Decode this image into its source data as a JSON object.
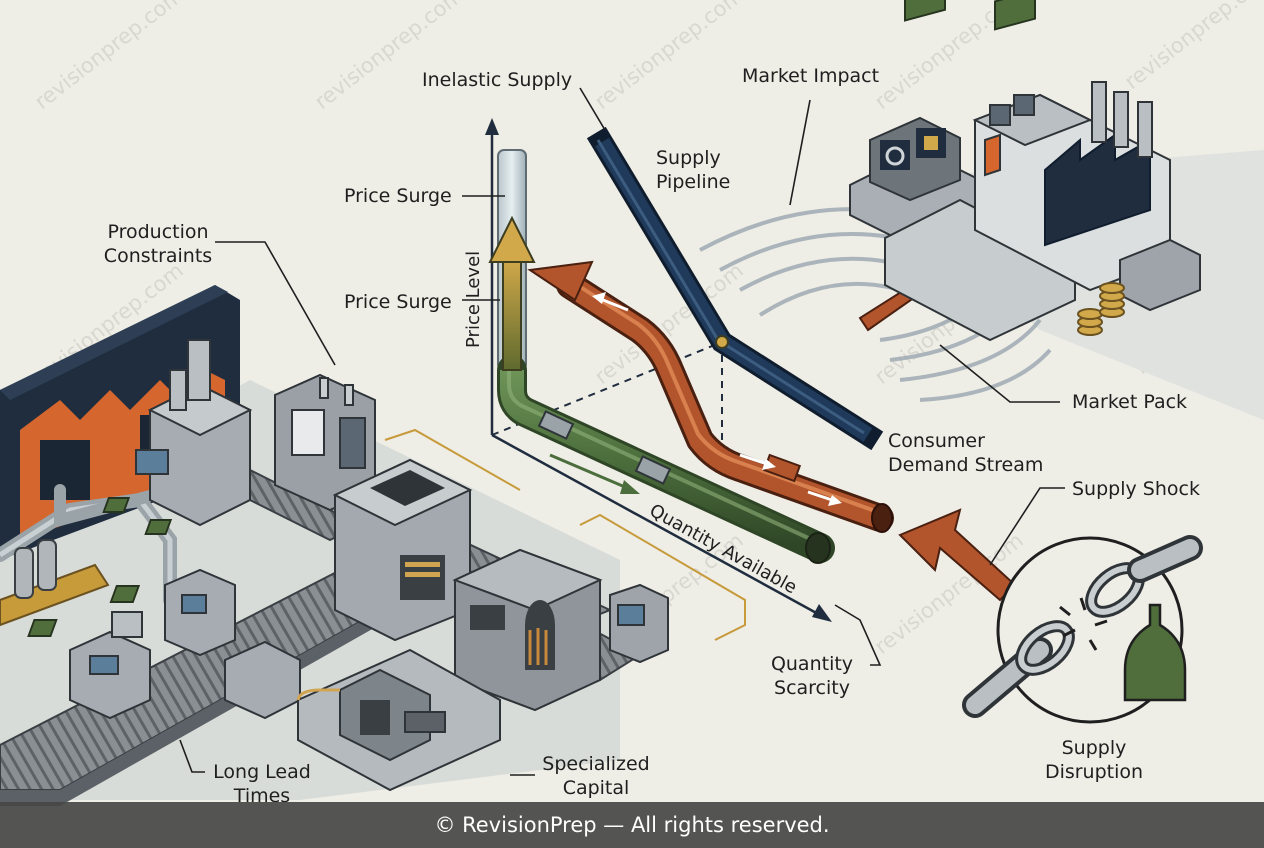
{
  "labels": {
    "inelastic_supply": "Inelastic Supply",
    "market_impact": "Market Impact",
    "supply_pipeline_1": "Supply",
    "supply_pipeline_2": "Pipeline",
    "price_surge_top": "Price Surge",
    "price_surge_mid": "Price Surge",
    "production_constraints_1": "Production",
    "production_constraints_2": "Constraints",
    "price_level": "Price Level",
    "quantity_available": "Quantity Available",
    "market_pack": "Market Pack",
    "consumer_demand_1": "Consumer",
    "consumer_demand_2": "Demand Stream",
    "supply_shock": "Supply Shock",
    "quantity_scarcity_1": "Quantity",
    "quantity_scarcity_2": "Scarcity",
    "long_lead_1": "Long Lead",
    "long_lead_2": "Times",
    "specialized_capital_1": "Specialized",
    "specialized_capital_2": "Capital",
    "supply_disruption_1": "Supply",
    "supply_disruption_2": "Disruption"
  },
  "watermark": "revisionprep.com",
  "footer": "© RevisionPrep — All rights reserved.",
  "colors": {
    "background": "#eeede6",
    "supply_pipe": "#1f3a5a",
    "demand_pipe": "#b2542c",
    "green_pipe": "#4c6e3c",
    "arrow_gold": "#b99a3c",
    "factory_orange": "#d4662e",
    "machine_gray": "#8e949a",
    "footer_bg": "#464646"
  }
}
